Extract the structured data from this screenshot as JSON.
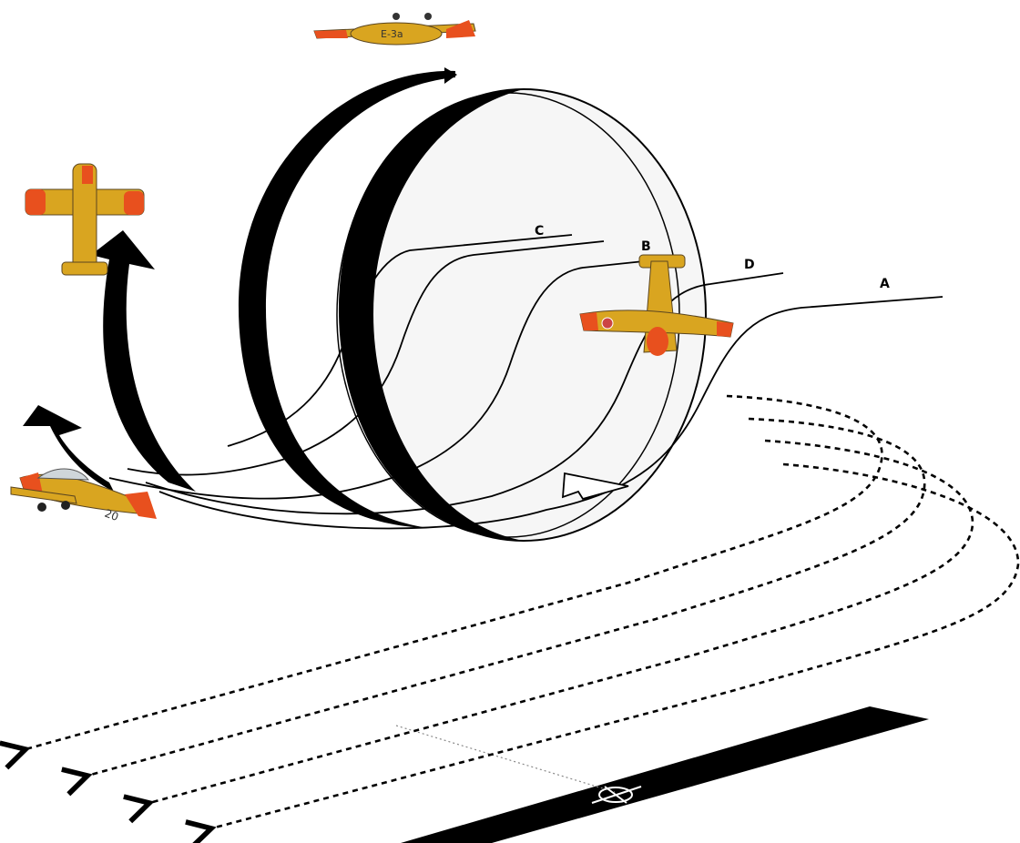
{
  "labels": {
    "a": "A",
    "b": "B",
    "c": "C",
    "d": "D"
  },
  "aircraft_markings": {
    "top_plane_code": "E-3a",
    "side_plane_code": "20"
  },
  "colors": {
    "ink": "#000000",
    "plane_body": "#d9a520",
    "plane_accent": "#e8501e",
    "plane_dark": "#5a4520",
    "disc_fill": "#f6f6f6",
    "dotted_line": "#888888"
  },
  "icons": [
    "arrow-left-icon",
    "arrow-up-icon",
    "runway-target-icon"
  ]
}
